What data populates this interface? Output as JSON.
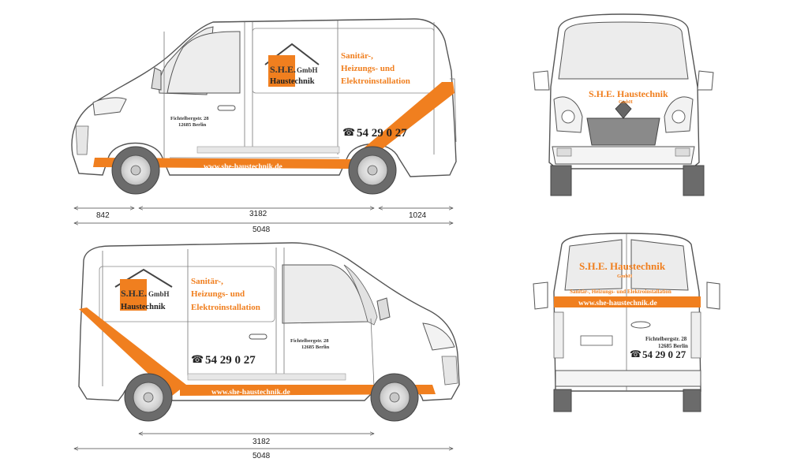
{
  "company": {
    "logo_she": "S.H.E.",
    "logo_gmbh": "GmbH",
    "logo_haustechnik": "Haustechnik",
    "name_line": "S.H.E. Haustechnik",
    "gmbh": "GmbH"
  },
  "services": {
    "line1": "Sanitär-,",
    "line2": "Heizungs- und",
    "line3": "Elektroinstallation",
    "rear_line": "Sanitär-, Heizungs- und Elektroinstallation"
  },
  "address": {
    "street": "Fichtelbergstr. 28",
    "city": "12685 Berlin"
  },
  "phone": "54 29 0 27",
  "website": "www.she-haustechnik.de",
  "dimensions": {
    "front_overhang": "842",
    "wheelbase": "3182",
    "rear_overhang": "1024",
    "total_length": "5048"
  },
  "colors": {
    "accent": "#f07f1f",
    "outline": "#555555",
    "glass": "#ececec",
    "tyre": "#6b6b6b"
  }
}
